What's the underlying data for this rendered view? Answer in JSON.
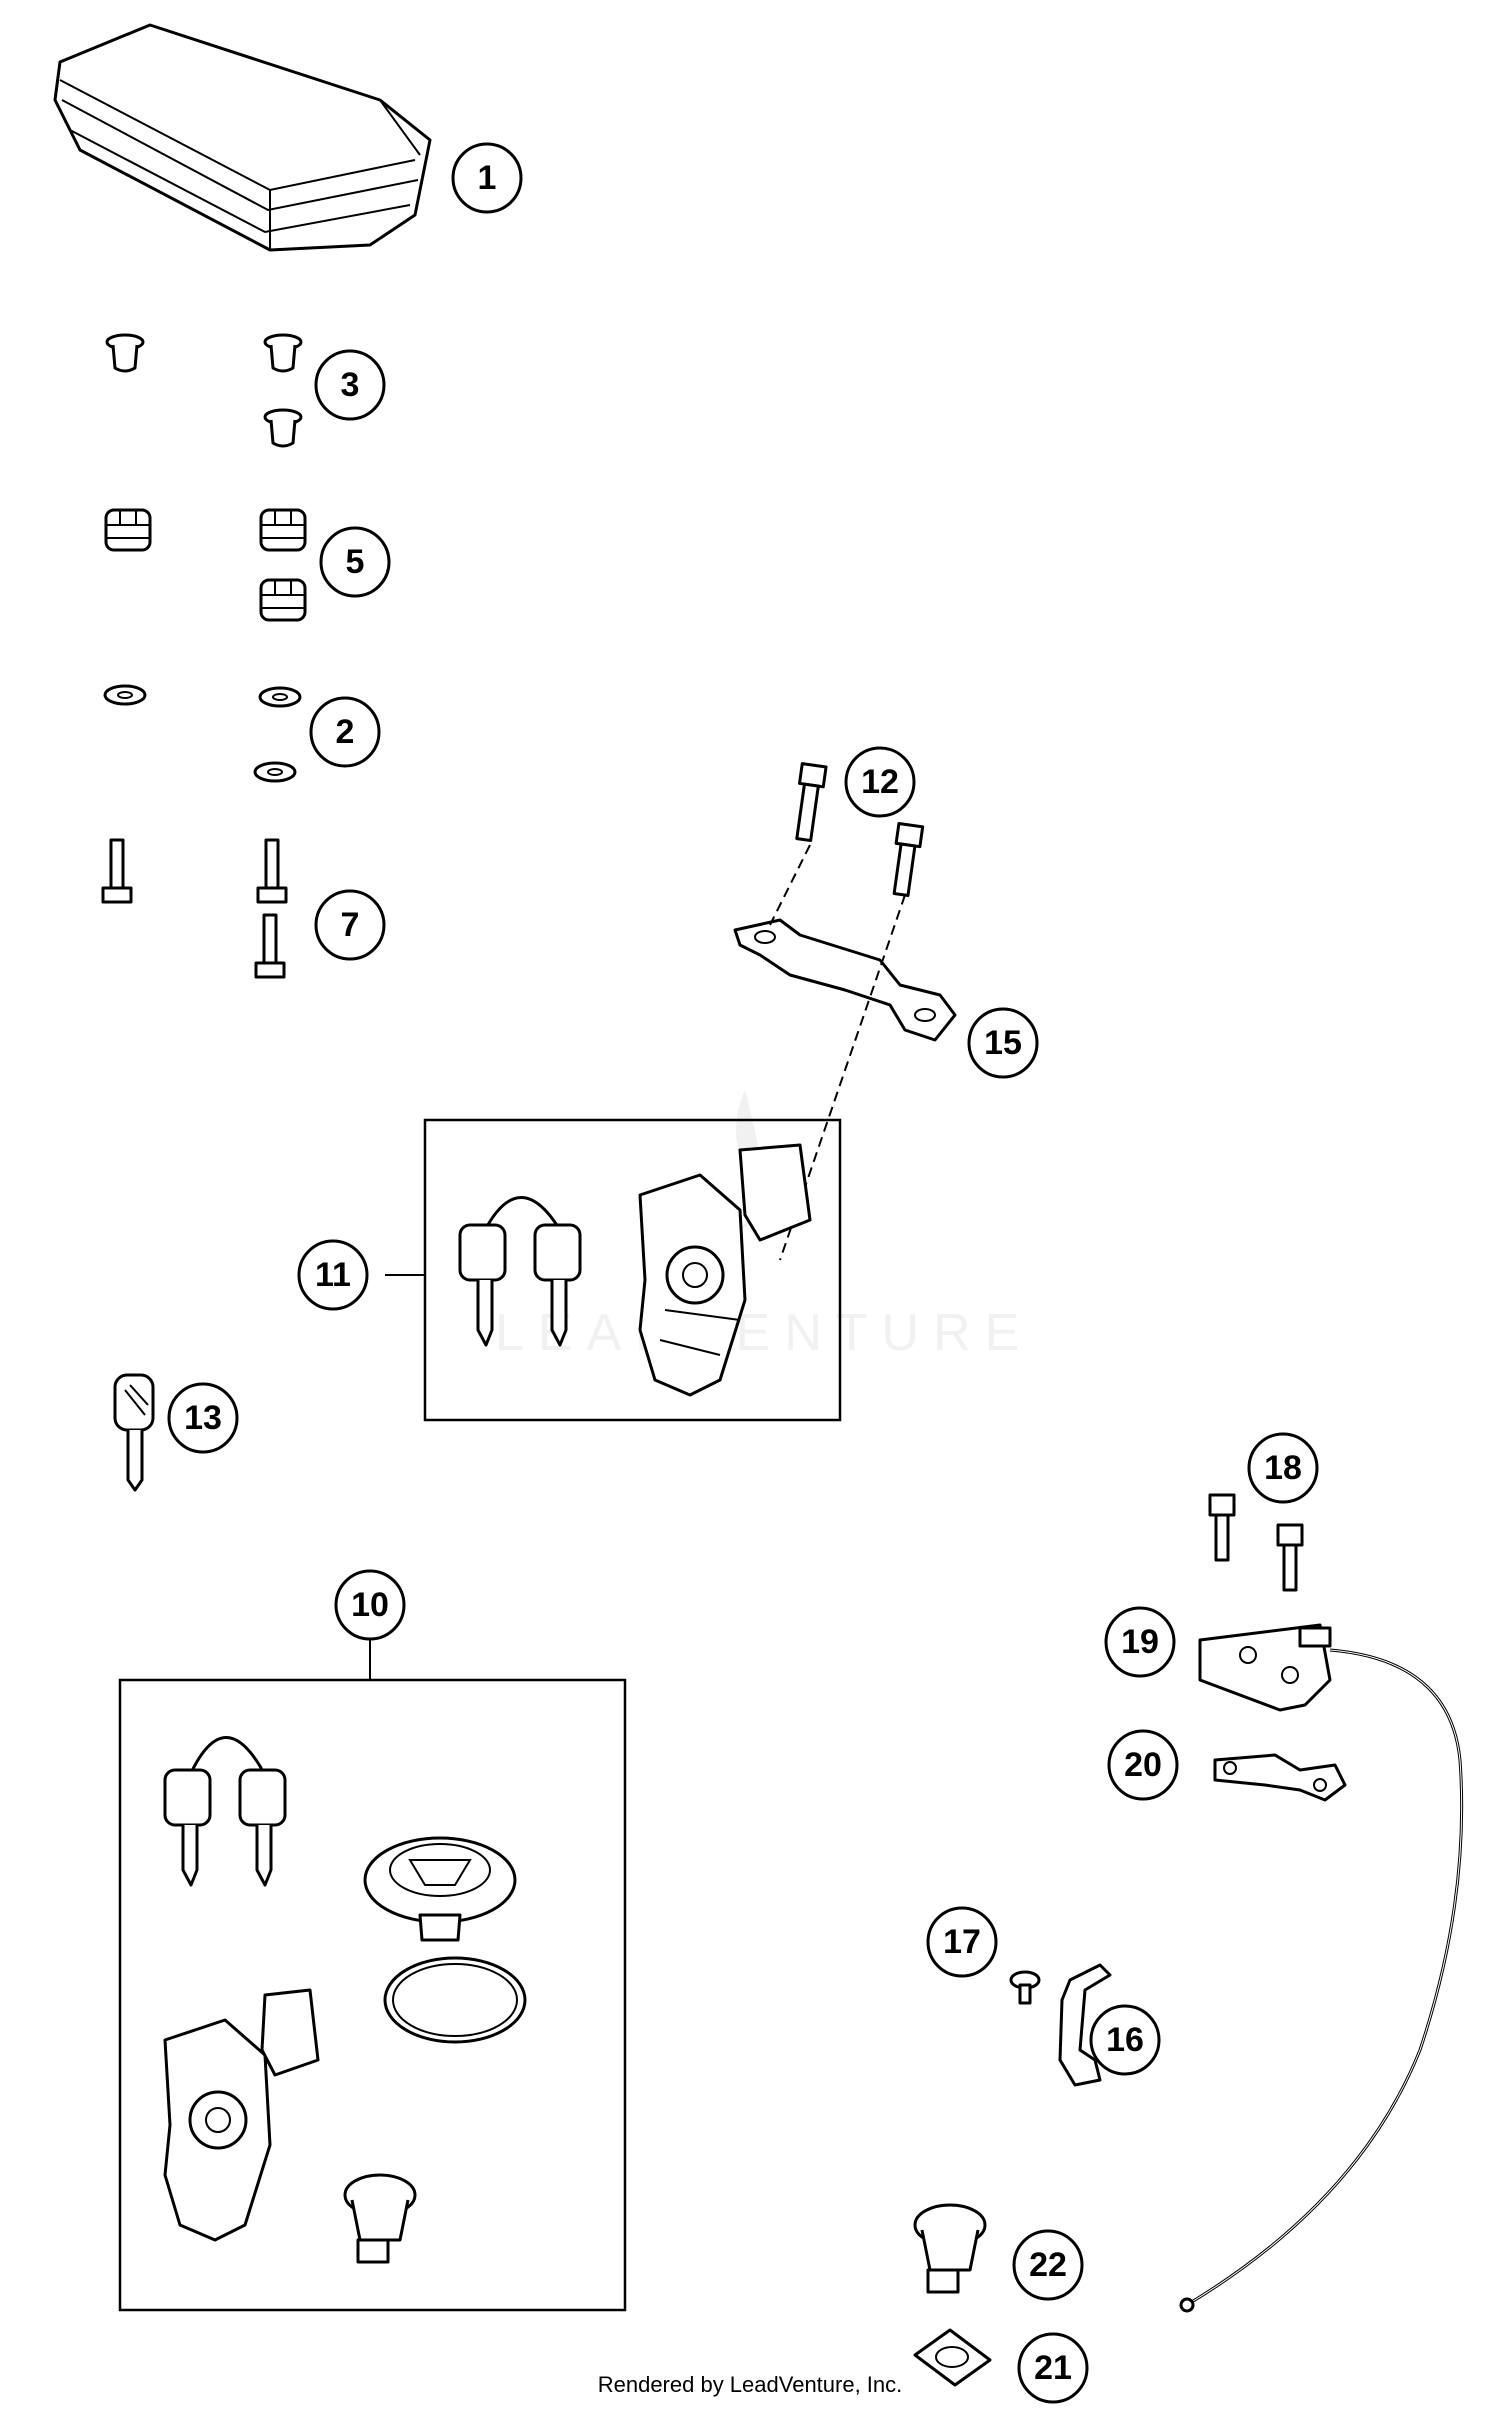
{
  "callouts": [
    {
      "id": "c1",
      "label": "1"
    },
    {
      "id": "c2",
      "label": "2"
    },
    {
      "id": "c3",
      "label": "3"
    },
    {
      "id": "c5",
      "label": "5"
    },
    {
      "id": "c7",
      "label": "7"
    },
    {
      "id": "c10",
      "label": "10"
    },
    {
      "id": "c11",
      "label": "11"
    },
    {
      "id": "c12",
      "label": "12"
    },
    {
      "id": "c13",
      "label": "13"
    },
    {
      "id": "c15",
      "label": "15"
    },
    {
      "id": "c16",
      "label": "16"
    },
    {
      "id": "c17",
      "label": "17"
    },
    {
      "id": "c18",
      "label": "18"
    },
    {
      "id": "c19",
      "label": "19"
    },
    {
      "id": "c20",
      "label": "20"
    },
    {
      "id": "c21",
      "label": "21"
    },
    {
      "id": "c22",
      "label": "22"
    }
  ],
  "watermark": "LEADVENTURE",
  "footer": "Rendered by LeadVenture, Inc."
}
